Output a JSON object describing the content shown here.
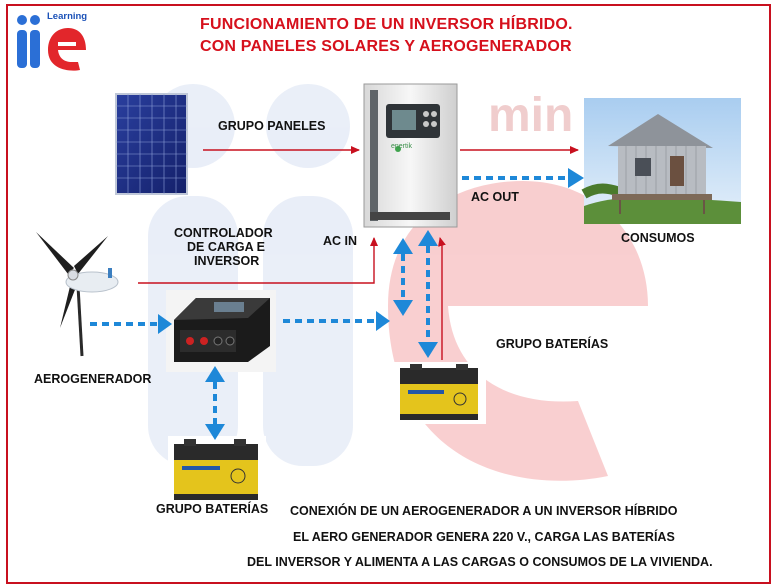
{
  "logo": {
    "small_text": "Learning",
    "letters": "iie"
  },
  "title": {
    "line1": "FUNCIONAMIENTO DE UN INVERSOR HÍBRIDO.",
    "line2": "CON PANELES SOLARES Y AEROGENERADOR"
  },
  "labels": {
    "panels": "GRUPO PANELES",
    "ac_out": "AC OUT",
    "ac_in": "AC IN",
    "consumption": "CONSUMOS",
    "controller_line1": "CONTROLADOR",
    "controller_line2": "DE CARGA E",
    "controller_line3": "INVERSOR",
    "wind": "AEROGENERADOR",
    "batteries_right": "GRUPO BATERÍAS",
    "batteries_left": "GRUPO BATERÍAS",
    "inverter_brand": "enertik"
  },
  "notes": {
    "line1": "CONEXIÓN DE UN AEROGENERADOR A UN INVERSOR HÍBRIDO",
    "line2": "EL AERO GENERADOR GENERA 220 V., CARGA LAS BATERÍAS",
    "line3": "DEL INVERSOR Y ALIMENTA A LAS CARGAS O CONSUMOS DE LA VIVIENDA."
  },
  "colors": {
    "accent_red": "#d6101c",
    "flow_blue": "#1e88d8",
    "line_red": "#c8101f"
  }
}
